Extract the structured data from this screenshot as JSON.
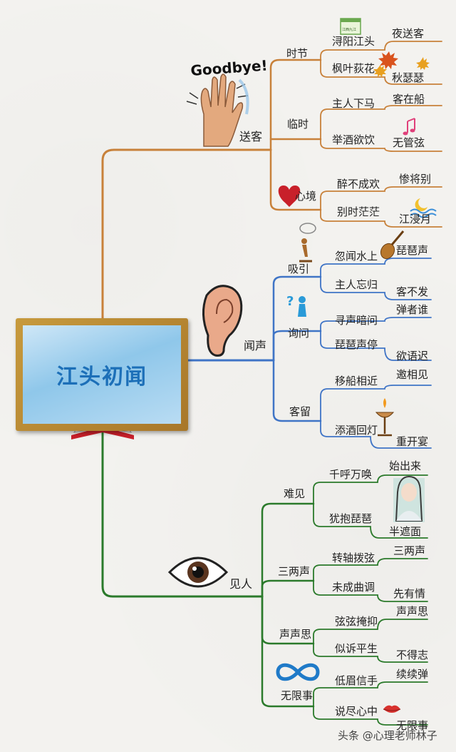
{
  "center": {
    "title": "江头初闻"
  },
  "branches": [
    {
      "label": "送客",
      "subs": [
        {
          "label": "时节",
          "items": [
            {
              "phrase": "浔阳江头",
              "result": "夜送客"
            },
            {
              "phrase": "枫叶荻花",
              "result": "秋瑟瑟"
            }
          ]
        },
        {
          "label": "临时",
          "items": [
            {
              "phrase": "主人下马",
              "result": "客在船"
            },
            {
              "phrase": "举酒欲饮",
              "result": "无管弦"
            }
          ]
        },
        {
          "label": "心境",
          "items": [
            {
              "phrase": "醉不成欢",
              "result": "惨将别"
            },
            {
              "phrase": "别时茫茫",
              "result": "江浸月"
            }
          ]
        }
      ]
    },
    {
      "label": "闻声",
      "subs": [
        {
          "label": "吸引",
          "items": [
            {
              "phrase": "忽闻水上",
              "result": "琵琶声"
            },
            {
              "phrase": "主人忘归",
              "result": "客不发"
            }
          ]
        },
        {
          "label": "询问",
          "items": [
            {
              "phrase": "寻声暗问",
              "result": "弹者谁"
            },
            {
              "phrase": "琵琶声停",
              "result": "欲语迟"
            }
          ]
        },
        {
          "label": "客留",
          "items": [
            {
              "phrase": "移船相近",
              "result": "邀相见"
            },
            {
              "phrase": "添酒回灯",
              "result": "重开宴"
            }
          ]
        }
      ]
    },
    {
      "label": "见人",
      "subs": [
        {
          "label": "难见",
          "items": [
            {
              "phrase": "千呼万唤",
              "result": "始出来"
            },
            {
              "phrase": "犹抱琵琶",
              "result": "半遮面"
            }
          ]
        },
        {
          "label": "三两声",
          "items": [
            {
              "phrase": "转轴拨弦",
              "result": "三两声"
            },
            {
              "phrase": "未成曲调",
              "result": "先有情"
            }
          ]
        },
        {
          "label": "声声思",
          "items": [
            {
              "phrase": "弦弦掩抑",
              "result": "声声思"
            },
            {
              "phrase": "似诉平生",
              "result": "不得志"
            }
          ]
        },
        {
          "label": "无限事",
          "items": [
            {
              "phrase": "低眉信手",
              "result": "续续弹"
            },
            {
              "phrase": "说尽心中",
              "result": "无限事"
            }
          ]
        }
      ]
    }
  ],
  "decorations": {
    "goodbye_text": "Goodbye!",
    "calendar_text": "江西九江"
  },
  "watermark": "头条 @心理老师林子",
  "colors": {
    "branch_1": "#c8813a",
    "branch_2": "#3f74c6",
    "branch_3": "#2b7a2b",
    "board_text": "#1c6fb8"
  },
  "icons": [
    "waving-hand-icon",
    "calendar-icon",
    "maple-leaf-icon",
    "music-note-icon",
    "heart-icon",
    "moon-wave-icon",
    "figure-icon",
    "pipa-icon",
    "question-icon",
    "ear-icon",
    "oil-lamp-icon",
    "open-book-icon",
    "eye-icon",
    "lady-portrait-icon",
    "infinity-icon",
    "lips-icon"
  ]
}
